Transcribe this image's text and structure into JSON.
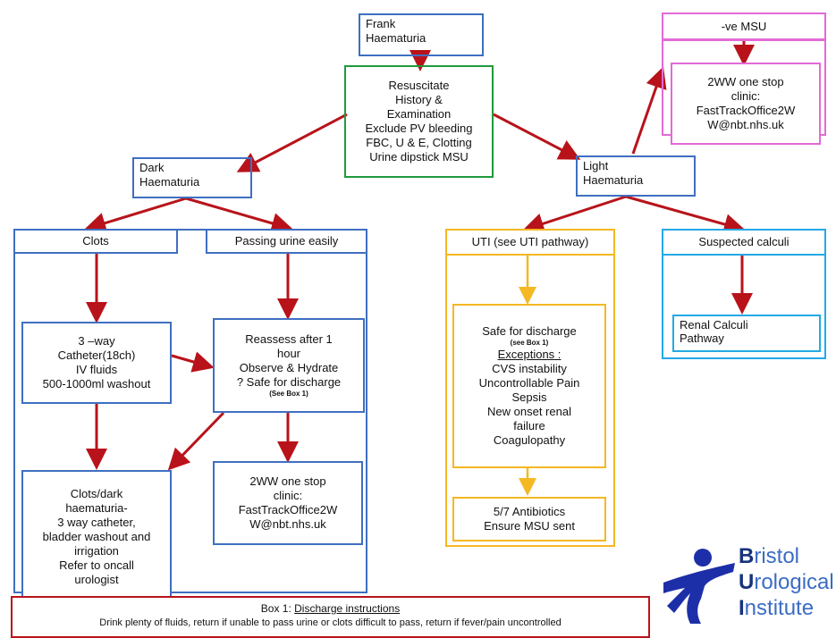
{
  "nodes": {
    "frank": "Frank\nHaematuria",
    "resus": [
      "Resuscitate",
      "History &",
      "Examination",
      "Exclude  PV bleeding",
      "FBC, U & E, Clotting",
      "Urine dipstick MSU"
    ],
    "dark": "Dark\nHaematuria",
    "light": "Light\nHaematuria",
    "ve_msu": "-ve MSU",
    "twoww_top": [
      "2WW  one stop",
      "clinic:",
      "FastTrackOffice2W",
      "W@nbt.nhs.uk"
    ],
    "clots_header": "Clots",
    "passing_header": "Passing urine easily",
    "uti_header": "UTI (see UTI pathway)",
    "calculi_header": "Suspected  calculi",
    "catheter": [
      "3  –way",
      "Catheter(18ch)",
      "IV fluids",
      "500-1000ml washout"
    ],
    "reassess": [
      "Reassess after  1",
      "hour",
      "Observe & Hydrate",
      "? Safe for discharge"
    ],
    "reassess_note": "(See Box 1)",
    "clots_dark": [
      "Clots/dark",
      "haematuria-",
      "3 way catheter,",
      "bladder washout and",
      "irrigation",
      "Refer to oncall",
      "urologist"
    ],
    "twoww_bottom": [
      "2WW  one stop",
      "clinic:",
      "FastTrackOffice2W",
      "W@nbt.nhs.uk"
    ],
    "safe_discharge": "Safe for discharge",
    "safe_note": "(see Box 1)",
    "exceptions_title": "Exceptions  :",
    "exceptions": [
      "CVS instability",
      "Uncontrollable Pain",
      "Sepsis",
      "New onset  renal",
      "failure",
      "Coagulopathy"
    ],
    "antibiotics": [
      "5/7 Antibiotics",
      "Ensure  MSU sent"
    ],
    "renal": "Renal Calculi\nPathway",
    "box1_title_prefix": "Box 1: ",
    "box1_title": "Discharge instructions",
    "box1_text": "Drink plenty of fluids, return if unable to pass urine or clots difficult to pass, return if fever/pain uncontrolled"
  },
  "logo": {
    "line1_cap": "B",
    "line1_rest": "ristol",
    "line2_cap": "U",
    "line2_rest": "rological",
    "line3_cap": "I",
    "line3_rest": "nstitute"
  },
  "colors": {
    "arrow": "#b8131a",
    "blue": "#3f6fc1",
    "green": "#1f9a3e",
    "pink": "#e26ad6",
    "yellow": "#f4b823",
    "cyan": "#23a9e6",
    "logo_figure": "#1d2fa8"
  }
}
